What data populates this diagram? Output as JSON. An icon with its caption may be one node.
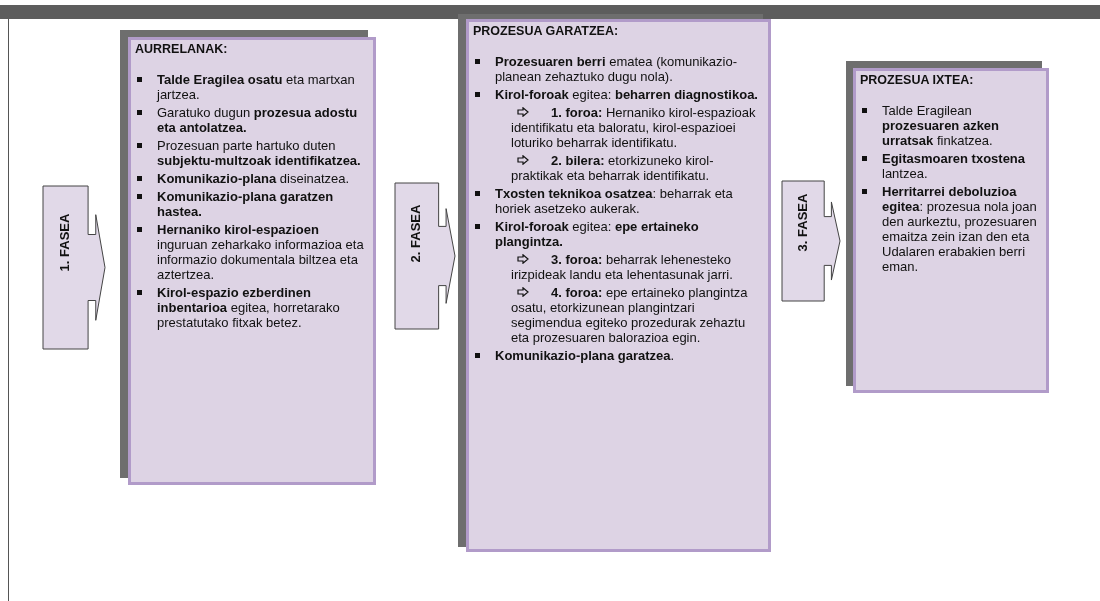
{
  "diagram": {
    "nodes": [
      {
        "text": [
          "1. FASEA"
        ]
      },
      {
        "text": [
          "AURRELANAK:",
          "**Talde Eragilea osatu** eta martxan jartzea.",
          "Garatuko dugun **prozesua adostu eta antolatzea.**",
          "Prozesuan parte hartuko duten **subjektu-multzoak identifikatzea.**",
          "**Komunikazio-plana** diseinatzea.",
          "**Komunikazio-plana garatzen hastea.**",
          "**Hernaniko kirol-espazioen** inguruan zeharkako informazioa eta informazio dokumentala biltzea eta aztertzea.",
          "**Kirol-espazio ezberdinen inbentarioa** egitea, horretarako prestatutako fitxak betez."
        ]
      },
      {
        "text": [
          "2. FASEA"
        ]
      },
      {
        "text": [
          "PROZESUA GARATZEA:",
          "**Prozesuaren berri** ematea (komunikazio-planean zehaztuko dugu nola).",
          "**Kirol-foroak** egitea: **beharren diagnostikoa.**",
          "**1. foroa:** Hernaniko kirol-espazioak identifikatu eta baloratu, kirol-espazioei loturiko beharrak identifikatu.",
          "**2. bilera:** etorkizuneko kirol-praktikak eta beharrak identifikatu.",
          "**Txosten teknikoa osatzea**: beharrak eta horiek asetzeko aukerak.",
          "**Kirol-foroak** egitea: **epe ertaineko plangintza.**",
          "**3. foroa:** beharrak lehenesteko irizpideak landu eta lehentasunak jarri.",
          "**4. foroa:** epe ertaineko plangintza osatu, etorkizunean plangintzari segimendua egiteko prozedurak zehaztu eta prozesuaren balorazioa egin.",
          "**Komunikazio-plana garatzea**."
        ]
      },
      {
        "text": [
          "3. FASEA"
        ]
      },
      {
        "text": [
          "PROZESUA IXTEA:",
          "Talde Eragilean **prozesuaren azken urratsak** finkatzea.",
          "**Egitasmoaren txostena** lantzea.",
          "**Herritarrei deboluzioa egitea**: prozesua nola joan den aurkeztu, prozesuaren emaitza zein izan den eta Udalaren erabakien berri eman."
        ]
      }
    ]
  }
}
